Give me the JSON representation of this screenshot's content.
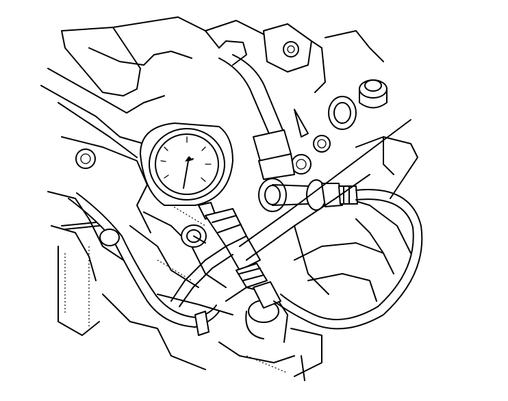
{
  "figure": {
    "background": "#ffffff",
    "line_color": "#000000",
    "parts": {
      "gauge": "pressure-gauge",
      "hose": "gauge-hose",
      "adapter": "fuel-line-adapter",
      "hose_fitting": "hose-fitting"
    }
  }
}
